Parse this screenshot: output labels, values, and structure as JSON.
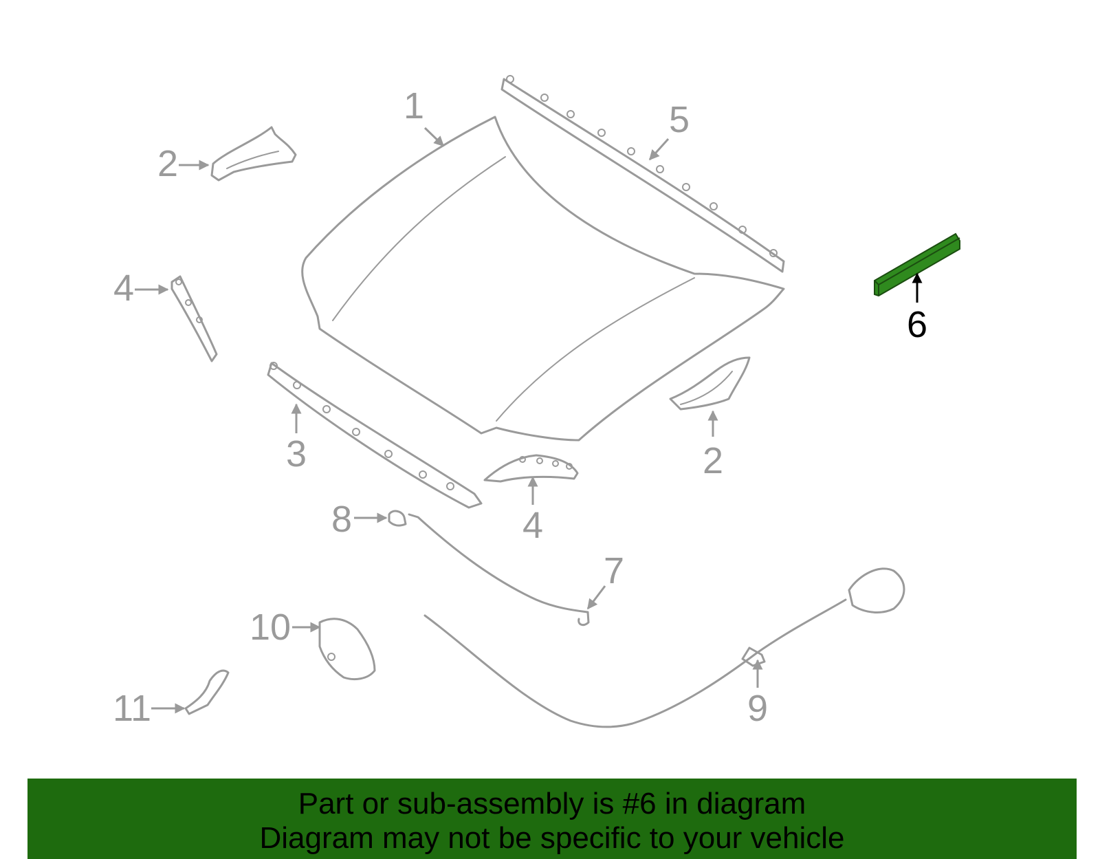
{
  "callouts": {
    "c1": "1",
    "c2a": "2",
    "c2b": "2",
    "c3": "3",
    "c4a": "4",
    "c4b": "4",
    "c5": "5",
    "c6": "6",
    "c7": "7",
    "c8": "8",
    "c9": "9",
    "c10": "10",
    "c11": "11"
  },
  "highlighted_part": "6",
  "colors": {
    "part_outline": "#9a9a9a",
    "highlight_fill": "#2f8a1e",
    "highlight_text": "#000000",
    "banner_bg": "#1e6b0e"
  },
  "banner": {
    "line1": "Part or sub-assembly is #6 in diagram",
    "line2": "Diagram may not be specific to your vehicle"
  }
}
